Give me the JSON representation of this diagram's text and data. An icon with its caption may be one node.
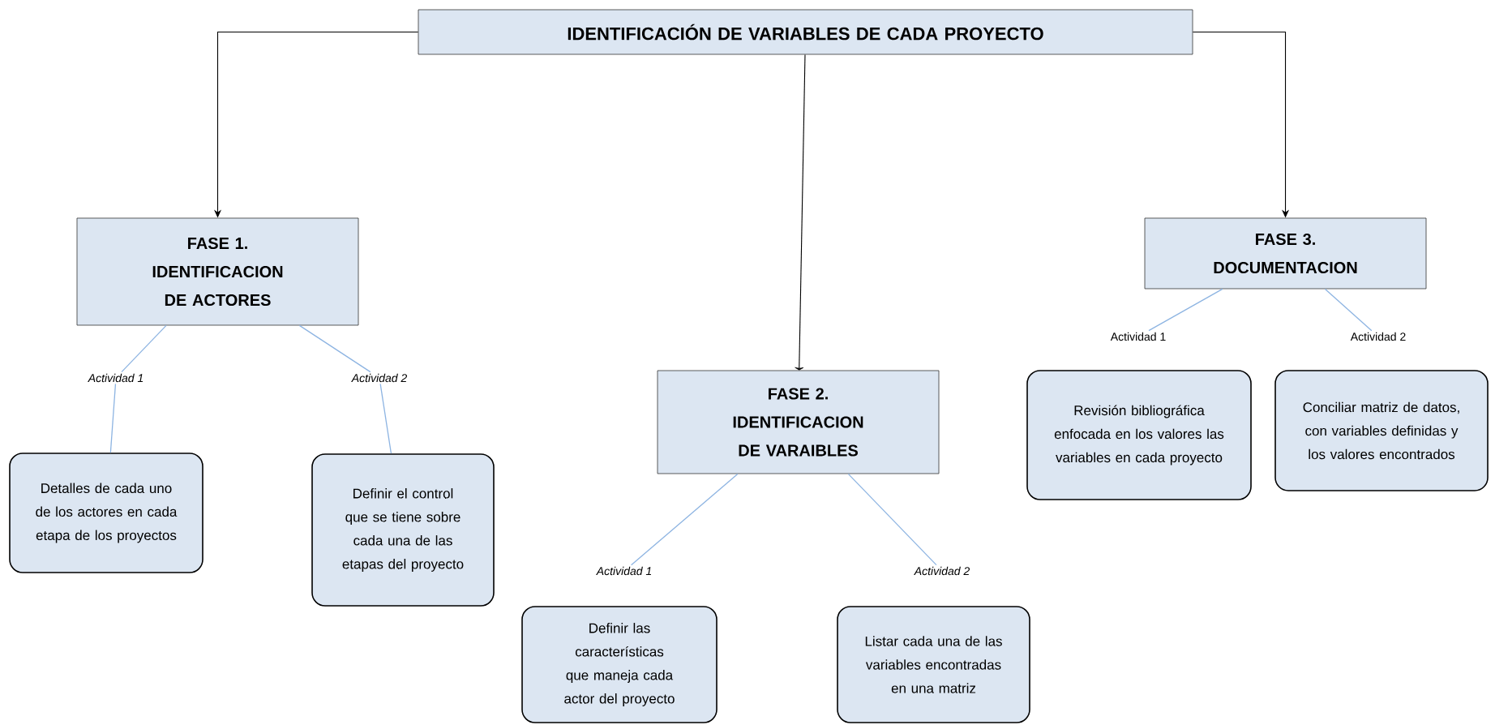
{
  "diagram": {
    "nodes": [
      {
        "text": [
          "IDENTIFICACIÓN DE VARIABLES DE CADA PROYECTO"
        ]
      },
      {
        "text": [
          "FASE 1. IDENTIFICACION DE ACTORES"
        ]
      },
      {
        "text": [
          "Actividad 1"
        ]
      },
      {
        "text": [
          "Actividad 2"
        ]
      },
      {
        "text": [
          "Detalles de cada uno de los actores en cada etapa de los proyectos"
        ]
      },
      {
        "text": [
          "Definir el control que se tiene sobre cada una de las etapas del proyecto"
        ]
      },
      {
        "text": [
          "FASE 2. IDENTIFICACION DE VARAIBLES"
        ]
      },
      {
        "text": [
          "Actividad 1"
        ]
      },
      {
        "text": [
          "Actividad 2"
        ]
      },
      {
        "text": [
          "Definir las características que maneja cada actor del proyecto"
        ]
      },
      {
        "text": [
          "Listar cada una de las variables encontradas en una matriz"
        ]
      },
      {
        "text": [
          "FASE 3. DOCUMENTACION"
        ]
      },
      {
        "text": [
          "Actividad 1"
        ]
      },
      {
        "text": [
          "Actividad 2"
        ]
      },
      {
        "text": [
          "Revisión bibliográfica enfocada en los valores las variables en cada proyecto"
        ]
      },
      {
        "text": [
          "Conciliar matriz de datos, con variables definidas y los valores encontrados"
        ]
      }
    ],
    "edges": [
      {
        "from": 0,
        "to": 1,
        "arrow": "to",
        "color": "#000000"
      },
      {
        "from": 0,
        "to": 6,
        "arrow": "to",
        "color": "#000000"
      },
      {
        "from": 0,
        "to": 11,
        "arrow": "to",
        "color": "#000000"
      },
      {
        "from": 1,
        "to": 2,
        "arrow": "none"
      },
      {
        "from": 2,
        "to": 4,
        "arrow": "none"
      },
      {
        "from": 1,
        "to": 3,
        "arrow": "none"
      },
      {
        "from": 3,
        "to": 5,
        "arrow": "none"
      },
      {
        "from": 6,
        "to": 7,
        "arrow": "none"
      },
      {
        "from": 6,
        "to": 8,
        "arrow": "none"
      },
      {
        "from": 11,
        "to": 12,
        "arrow": "none"
      },
      {
        "from": 11,
        "to": 13,
        "arrow": "none"
      }
    ]
  }
}
